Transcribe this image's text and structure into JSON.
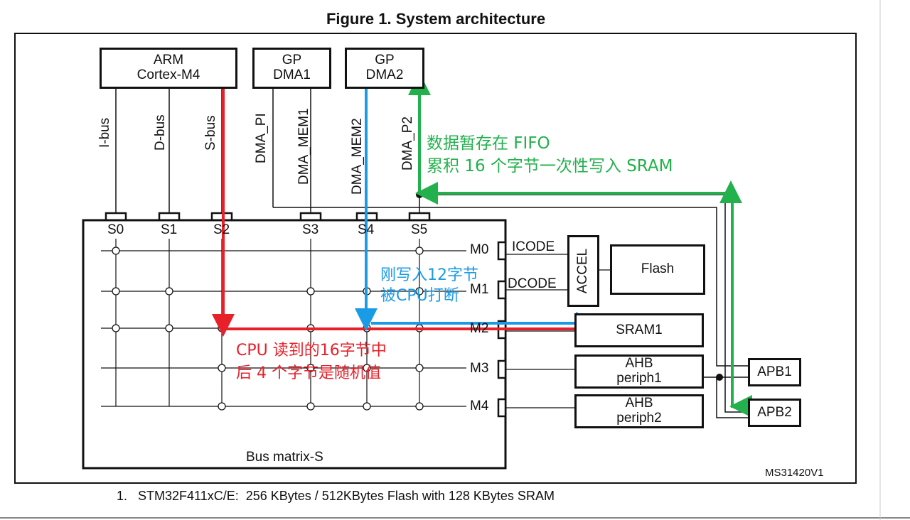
{
  "title": "Figure 1. System architecture",
  "footnote": "1.   STM32F411xC/E:  256 KBytes / 512KBytes Flash with 128 KBytes SRAM",
  "ref_code": "MS31420V1",
  "masters": {
    "cpu": [
      "ARM",
      "Cortex-M4"
    ],
    "dma1": [
      "GP",
      "DMA1"
    ],
    "dma2": [
      "GP",
      "DMA2"
    ]
  },
  "bus_labels": {
    "ibus": "I-bus",
    "dbus": "D-bus",
    "sbus": "S-bus",
    "dma_pi": "DMA_PI",
    "dma_mem1": "DMA_MEM1",
    "dma_mem2": "DMA_MEM2",
    "dma_p2": "DMA_P2"
  },
  "slave_ports": [
    "S0",
    "S1",
    "S2",
    "S3",
    "S4",
    "S5"
  ],
  "master_ports": [
    "M0",
    "M1",
    "M2",
    "M3",
    "M4"
  ],
  "matrix_label": "Bus matrix-S",
  "slaves": {
    "icode": "ICODE",
    "dcode": "DCODE",
    "accel": "ACCEL",
    "flash": "Flash",
    "sram1": "SRAM1",
    "ahb1": [
      "AHB",
      "periph1"
    ],
    "ahb2": [
      "AHB",
      "periph2"
    ],
    "apb1": "APB1",
    "apb2": "APB2"
  },
  "annotations": {
    "green": [
      "数据暂存在 FIFO",
      "累积 16 个字节一次性写入 SRAM"
    ],
    "blue": [
      "刚写入12字节",
      "被CPU打断"
    ],
    "red": [
      "CPU 读到的16字节中",
      "后 4 个字节是随机值"
    ]
  },
  "colors": {
    "red": "#e8202a",
    "blue": "#1a9be6",
    "green": "#22b14c",
    "line": "#111111"
  }
}
